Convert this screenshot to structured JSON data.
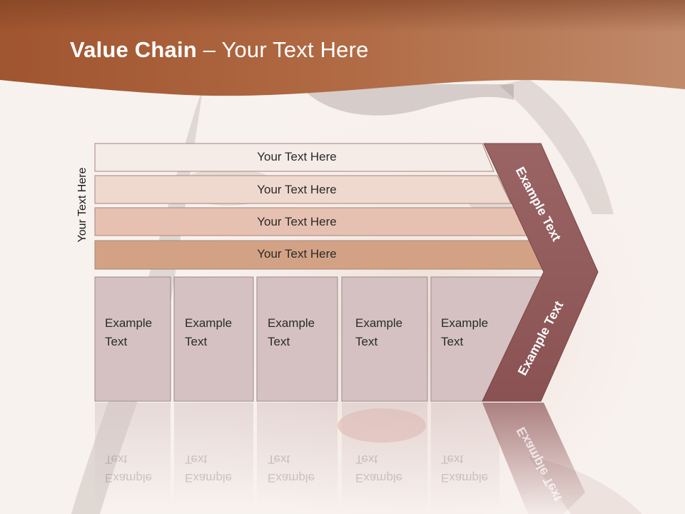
{
  "title": {
    "bold": "Value Chain",
    "rest": " – Your Text Here"
  },
  "side_label": "Your Text Here",
  "bands": [
    {
      "label": "Your Text Here",
      "color": "#f5ebe7"
    },
    {
      "label": "Your Text Here",
      "color": "#efd9cf"
    },
    {
      "label": "Your Text Here",
      "color": "#e6c1b1"
    },
    {
      "label": "Your Text Here",
      "color": "#d3a285"
    }
  ],
  "cells": [
    {
      "line1": "Example",
      "line2": "Text"
    },
    {
      "line1": "Example",
      "line2": "Text"
    },
    {
      "line1": "Example",
      "line2": "Text"
    },
    {
      "line1": "Example",
      "line2": "Text"
    },
    {
      "line1": "Example",
      "line2": "Text"
    }
  ],
  "chevron": {
    "upper": "Example Text",
    "lower": "Example Text",
    "color": "#935d5e"
  },
  "colors": {
    "header": "#a8643f",
    "cell_fill": "#d5c1c2",
    "background": "#f8f2ef"
  }
}
